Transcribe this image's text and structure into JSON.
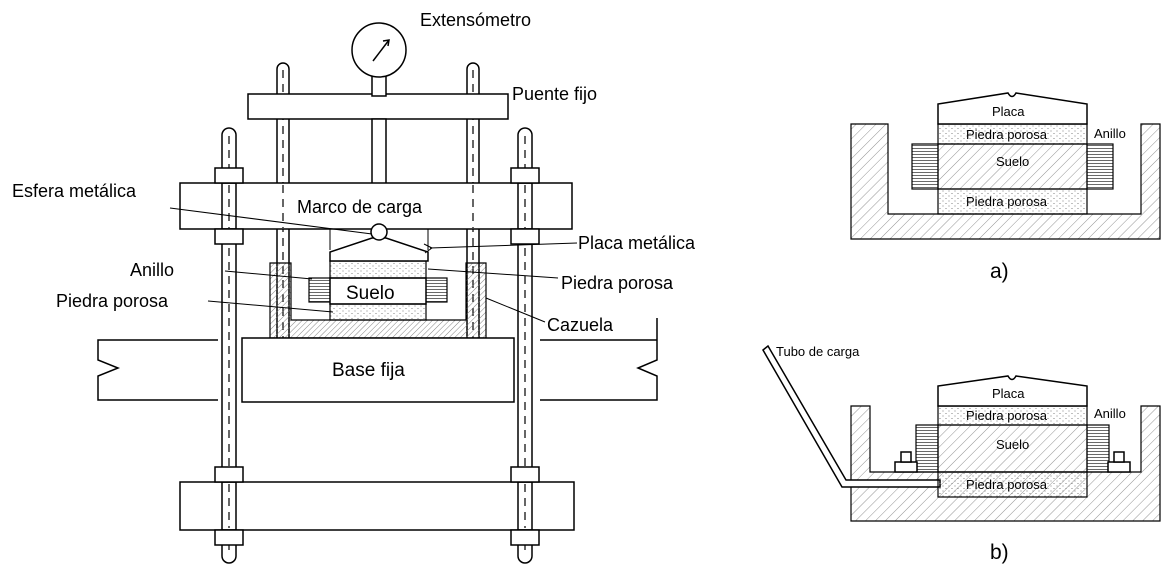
{
  "main_apparatus": {
    "labels": {
      "extensometro": "Extensómetro",
      "puente_fijo": "Puente fijo",
      "esfera_metalica": "Esfera metálica",
      "marco_de_carga": "Marco de carga",
      "placa_metalica": "Placa metálica",
      "anillo": "Anillo",
      "piedra_porosa_upper": "Piedra porosa",
      "piedra_porosa_lower": "Piedra porosa",
      "suelo": "Suelo",
      "cazuela": "Cazuela",
      "base_fija": "Base fija"
    }
  },
  "detail_a": {
    "caption": "a)",
    "placa": "Placa",
    "piedra_porosa_top": "Piedra porosa",
    "anillo": "Anillo",
    "suelo": "Suelo",
    "piedra_porosa_bottom": "Piedra porosa"
  },
  "detail_b": {
    "caption": "b)",
    "tubo_de_carga": "Tubo de carga",
    "placa": "Placa",
    "piedra_porosa_top": "Piedra porosa",
    "anillo": "Anillo",
    "suelo": "Suelo",
    "piedra_porosa_bottom": "Piedra porosa"
  }
}
